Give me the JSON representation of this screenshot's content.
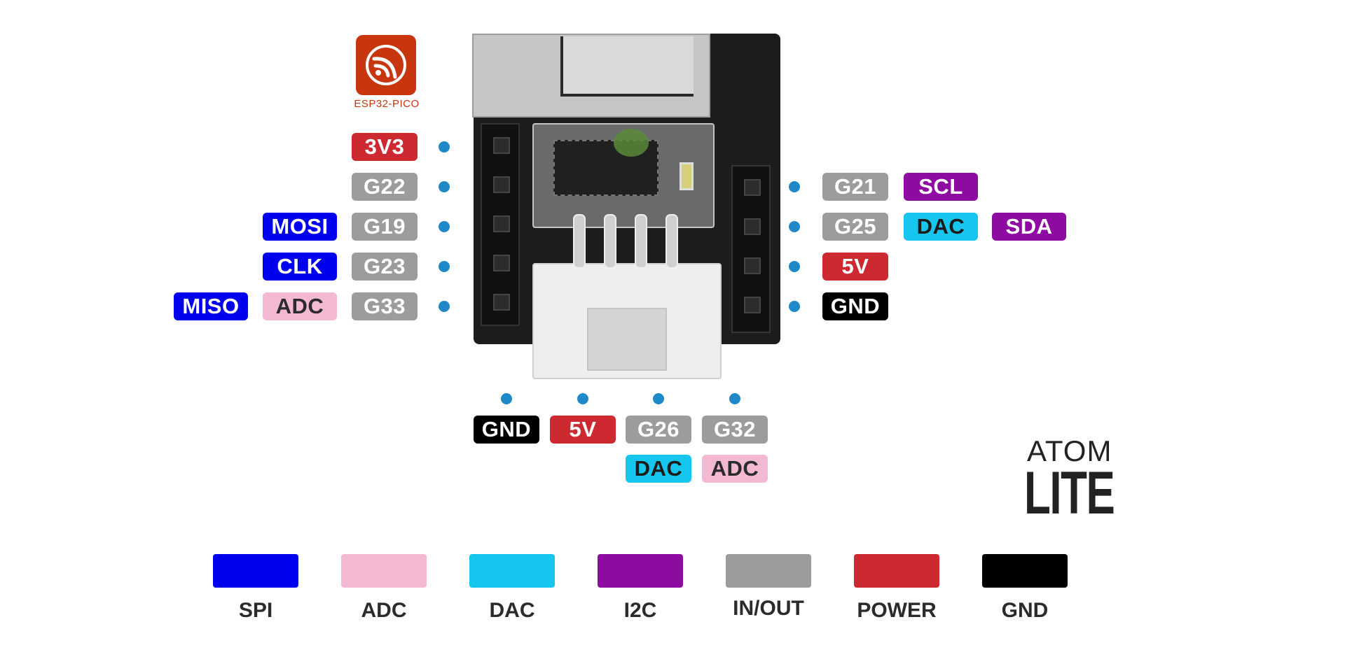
{
  "logo": {
    "text": "ESP32-PICO"
  },
  "branding": {
    "line1": "ATOM",
    "line2": "LITE"
  },
  "colors": {
    "spi": "#0000ee",
    "adc": "#f3b8d2",
    "dac": "#16c6ee",
    "i2c": "#8e0ba1",
    "io": "#9c9c9c",
    "power": "#cc2a30",
    "gnd": "#000000",
    "dot": "#1e88c9"
  },
  "left_pins": [
    {
      "pin": "3V3",
      "funcs": []
    },
    {
      "pin": "G22",
      "funcs": []
    },
    {
      "pin": "G19",
      "funcs": [
        "MOSI"
      ]
    },
    {
      "pin": "G23",
      "funcs": [
        "CLK"
      ]
    },
    {
      "pin": "G33",
      "funcs": [
        "ADC",
        "MISO"
      ]
    }
  ],
  "right_pins": [
    {
      "pin": "G21",
      "funcs": [
        "SCL"
      ]
    },
    {
      "pin": "G25",
      "funcs": [
        "DAC",
        "SDA"
      ]
    },
    {
      "pin": "5V",
      "funcs": []
    },
    {
      "pin": "GND",
      "funcs": []
    }
  ],
  "bottom_pins": [
    {
      "pin": "GND",
      "funcs": []
    },
    {
      "pin": "5V",
      "funcs": []
    },
    {
      "pin": "G26",
      "funcs": [
        "DAC"
      ]
    },
    {
      "pin": "G32",
      "funcs": [
        "ADC"
      ]
    }
  ],
  "legend": [
    {
      "label": "SPI",
      "color": "#0000ee"
    },
    {
      "label": "ADC",
      "color": "#f3b8d2"
    },
    {
      "label": "DAC",
      "color": "#16c6ee"
    },
    {
      "label": "I2C",
      "color": "#8e0ba1"
    },
    {
      "label": "IN/OUT",
      "color": "#9c9c9c"
    },
    {
      "label": "POWER",
      "color": "#cc2a30"
    },
    {
      "label": "GND",
      "color": "#000000"
    }
  ]
}
